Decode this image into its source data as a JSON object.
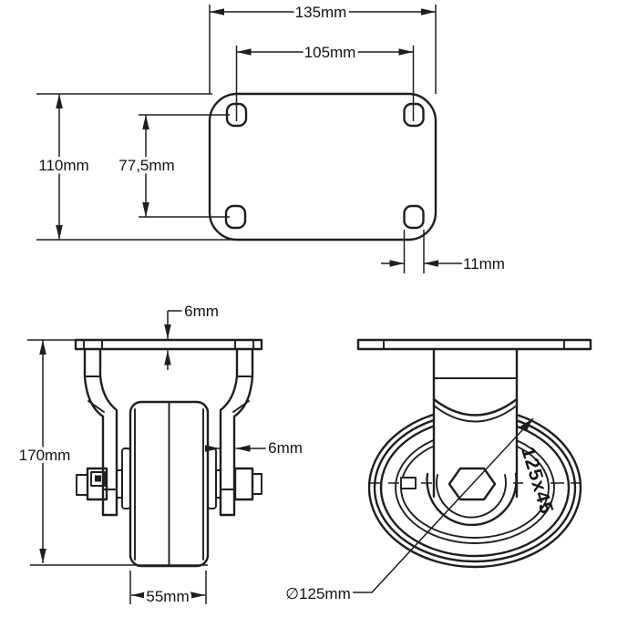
{
  "style": {
    "background": "#ffffff",
    "line_color": "#1e1e1e",
    "text_color": "#111111"
  },
  "views": {
    "top": {
      "dims": {
        "overall_width": "135mm",
        "bolt_spacing_width": "105mm",
        "overall_depth": "110mm",
        "bolt_spacing_depth": "77,5mm",
        "slot_width": "11mm"
      }
    },
    "front": {
      "dims": {
        "plate_thickness": "6mm",
        "total_height": "170mm",
        "fork_thickness": "6mm",
        "wheel_width": "55mm"
      }
    },
    "side": {
      "dims": {
        "wheel_diameter": "∅125mm"
      },
      "wheel_marking": "125x45"
    }
  }
}
